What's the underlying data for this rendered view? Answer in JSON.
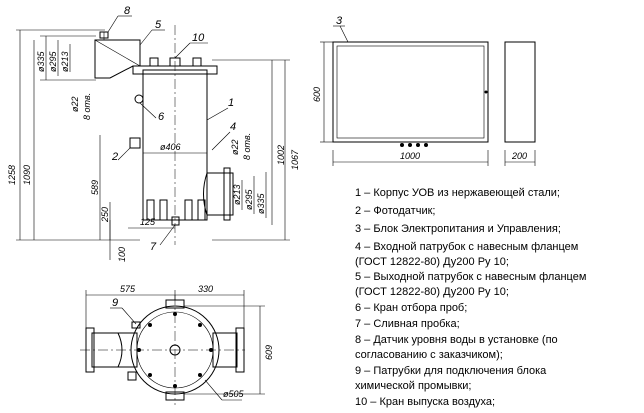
{
  "dims_front": {
    "d1258": "1258",
    "d1090": "1090",
    "d335": "ø335",
    "d295": "ø295",
    "d213": "ø213",
    "d22": "ø22",
    "holes8": "8 отв.",
    "d406": "ø406",
    "d589": "589",
    "d250": "250",
    "d100": "100",
    "d125": "125",
    "d1067": "1067",
    "d1002": "1002",
    "d22b": "ø22",
    "holes8b": "8 отв.",
    "d213b": "ø213",
    "d295b": "ø295",
    "d335b": "ø335"
  },
  "dims_block": {
    "d600": "600",
    "d1000": "1000",
    "d200": "200"
  },
  "dims_top": {
    "d575": "575",
    "d330": "330",
    "d609": "609",
    "d505": "ø505"
  },
  "callouts": {
    "c1": "1",
    "c2": "2",
    "c3": "3",
    "c4": "4",
    "c5": "5",
    "c6": "6",
    "c7": "7",
    "c8": "8",
    "c9": "9",
    "c10": "10"
  },
  "legend": [
    "1 – Корпус УОВ из нержавеющей стали;",
    "2 – Фотодатчик;",
    "3 – Блок Электропитания и Управления;",
    "4 – Входной патрубок с навесным фланцем",
    "(ГОСТ  12822-80)  Ду200  Ру 10;",
    "5 – Выходной патрубок с навесным фланцем",
    "(ГОСТ  12822-80)  Ду200  Ру 10;",
    "6 – Кран отбора проб;",
    "7 – Сливная  пробка;",
    "8 – Датчик уровня воды в установке (по",
    "согласованию с заказчиком);",
    "9 – Патрубки для подключения блока",
    "химической промывки;",
    "10 – Кран выпуска воздуха;"
  ]
}
